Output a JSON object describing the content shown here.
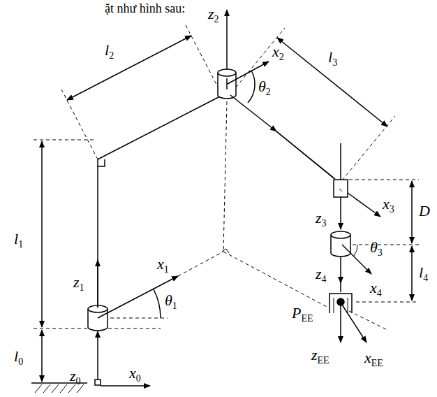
{
  "diagram": {
    "labels": [
      "ặt như hình sau:",
      "z2",
      "l3",
      "l2",
      "x2",
      "θ2",
      "l1",
      "z1",
      "x1",
      "θ1",
      "x3",
      "D",
      "z3",
      "z4",
      "θ3",
      "x4",
      "l4",
      "l0",
      "z0",
      "x0",
      "PEE",
      "zEE",
      "xEE"
    ]
  }
}
